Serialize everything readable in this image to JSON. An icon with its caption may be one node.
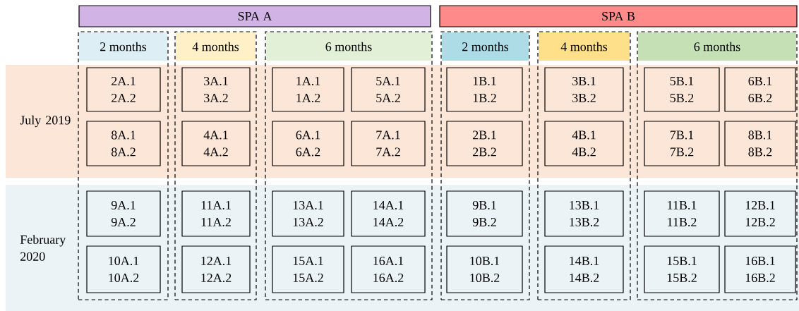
{
  "diagram": {
    "nodes": [
      {
        "text": [
          "SPA A"
        ]
      },
      {
        "text": [
          "SPA B"
        ]
      },
      {
        "text": [
          "July 2019"
        ]
      },
      {
        "text": [
          "February 2020"
        ]
      },
      {
        "text": [],
        "shape": "box"
      },
      {
        "text": [
          "2 months"
        ],
        "in": 4
      },
      {
        "text": [
          "2A.1",
          "2A.2"
        ]
      },
      {
        "text": [
          "8A.1",
          "8A.2"
        ]
      },
      {
        "text": [
          "9A.1",
          "9A.2"
        ]
      },
      {
        "text": [
          "10A.1",
          "10A.2"
        ]
      },
      {
        "text": [],
        "shape": "box"
      },
      {
        "text": [
          "4 months"
        ],
        "in": 10
      },
      {
        "text": [
          "3A.1",
          "3A.2"
        ]
      },
      {
        "text": [
          "4A.1",
          "4A.2"
        ]
      },
      {
        "text": [
          "11A.1",
          "11A.2"
        ]
      },
      {
        "text": [
          "12A.1",
          "12A.2"
        ]
      },
      {
        "text": [],
        "shape": "box"
      },
      {
        "text": [
          "6 months"
        ],
        "in": 16
      },
      {
        "text": [
          "1A.1",
          "1A.2"
        ]
      },
      {
        "text": [
          "5A.1",
          "5A.2"
        ]
      },
      {
        "text": [
          "6A.1",
          "6A.2"
        ]
      },
      {
        "text": [
          "7A.1",
          "7A.2"
        ]
      },
      {
        "text": [
          "13A.1",
          "13A.2"
        ]
      },
      {
        "text": [
          "14A.1",
          "14A.2"
        ]
      },
      {
        "text": [
          "15A.1",
          "15A.2"
        ]
      },
      {
        "text": [
          "16A.1",
          "16A.2"
        ]
      },
      {
        "text": [],
        "shape": "box"
      },
      {
        "text": [
          "2 months"
        ],
        "in": 26
      },
      {
        "text": [
          "1B.1",
          "1B.2"
        ]
      },
      {
        "text": [
          "2B.1",
          "2B.2"
        ]
      },
      {
        "text": [
          "9B.1",
          "9B.2"
        ]
      },
      {
        "text": [
          "10B.1",
          "10B.2"
        ]
      },
      {
        "text": [],
        "shape": "box"
      },
      {
        "text": [
          "4 months"
        ],
        "in": 32
      },
      {
        "text": [
          "3B.1",
          "3B.2"
        ]
      },
      {
        "text": [
          "4B.1",
          "4B.2"
        ]
      },
      {
        "text": [
          "13B.1",
          "13B.2"
        ]
      },
      {
        "text": [
          "14B.1",
          "14B.2"
        ]
      },
      {
        "text": [],
        "shape": "box"
      },
      {
        "text": [
          "6 months"
        ],
        "in": 38
      },
      {
        "text": [
          "5B.1",
          "5B.2"
        ]
      },
      {
        "text": [
          "6B.1",
          "6B.2"
        ]
      },
      {
        "text": [
          "7B.1",
          "7B.2"
        ]
      },
      {
        "text": [
          "8B.1",
          "8B.2"
        ]
      },
      {
        "text": [
          "11B.1",
          "11B.2"
        ]
      },
      {
        "text": [
          "12B.1",
          "12B.2"
        ]
      },
      {
        "text": [
          "15B.1",
          "15B.2"
        ]
      },
      {
        "text": [
          "16B.1",
          "16B.2"
        ]
      }
    ]
  }
}
